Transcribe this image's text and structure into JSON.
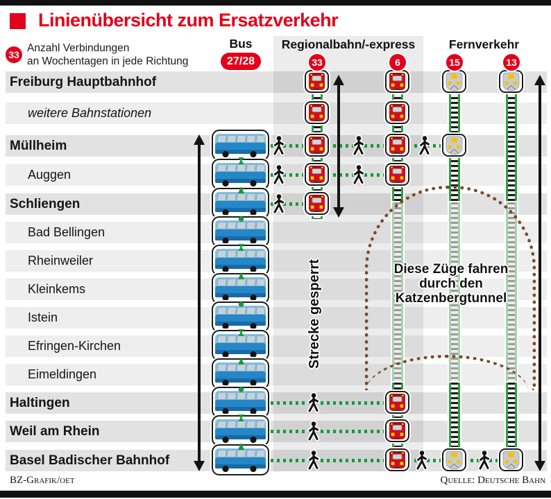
{
  "title": "Linienübersicht zum Ersatzverkehr",
  "legend": {
    "badge": "33",
    "lines": [
      "Anzahl Verbindungen",
      "an Wochentagen in jede Richtung"
    ]
  },
  "columns": {
    "bus": {
      "label": "Bus",
      "badge": "27/28"
    },
    "regional": {
      "label": "Regionalbahn/-express",
      "badges": [
        "33",
        "6"
      ]
    },
    "fern": {
      "label": "Fernverkehr",
      "badges": [
        "15",
        "13"
      ]
    }
  },
  "annotations": {
    "closed": "Strecke gesperrt",
    "tunnel_lines": [
      "Diese Züge fahren",
      "durch den",
      "Katzenbergtunnel"
    ]
  },
  "footer": {
    "left": "BZ-Grafik/oet",
    "right": "Quelle: Deutsche Bahn"
  },
  "colors": {
    "accent_red": "#e2001a",
    "transfer_green": "#18983e",
    "rail_green": "#2f9e45",
    "tunnel_brown": "#7a4a28",
    "stripe_major": "#e2e2e2",
    "stripe_minor": "#eeeeee"
  },
  "diagram": {
    "stations": [
      {
        "name": "Freiburg Hauptbahnhof",
        "emphasis": "major",
        "services": {
          "bus": false,
          "rb33": true,
          "rb6": true,
          "fv15": true,
          "fv13": true
        },
        "walkers": []
      },
      {
        "name": "weitere Bahnstationen",
        "emphasis": "note",
        "services": {
          "bus": false,
          "rb33": true,
          "rb6": true,
          "fv15": false,
          "fv13": false
        },
        "walkers": []
      },
      {
        "name": "Müllheim",
        "emphasis": "major",
        "services": {
          "bus": true,
          "rb33": true,
          "rb6": true,
          "fv15": true,
          "fv13": false
        },
        "walkers": [
          402,
          517,
          612
        ]
      },
      {
        "name": "Auggen",
        "emphasis": "minor",
        "services": {
          "bus": true,
          "rb33": true,
          "rb6": true,
          "fv15": false,
          "fv13": false
        },
        "walkers": [
          402,
          517
        ]
      },
      {
        "name": "Schliengen",
        "emphasis": "major",
        "services": {
          "bus": true,
          "rb33": true,
          "rb6": false,
          "fv15": false,
          "fv13": false
        },
        "walkers": [
          402
        ]
      },
      {
        "name": "Bad Bellingen",
        "emphasis": "minor",
        "services": {
          "bus": true,
          "rb33": false,
          "rb6": false,
          "fv15": false,
          "fv13": false
        },
        "walkers": []
      },
      {
        "name": "Rheinweiler",
        "emphasis": "minor",
        "services": {
          "bus": true,
          "rb33": false,
          "rb6": false,
          "fv15": false,
          "fv13": false
        },
        "walkers": []
      },
      {
        "name": "Kleinkems",
        "emphasis": "minor",
        "services": {
          "bus": true,
          "rb33": false,
          "rb6": false,
          "fv15": false,
          "fv13": false
        },
        "walkers": []
      },
      {
        "name": "Istein",
        "emphasis": "minor",
        "services": {
          "bus": true,
          "rb33": false,
          "rb6": false,
          "fv15": false,
          "fv13": false
        },
        "walkers": []
      },
      {
        "name": "Efringen-Kirchen",
        "emphasis": "minor",
        "services": {
          "bus": true,
          "rb33": false,
          "rb6": false,
          "fv15": false,
          "fv13": false
        },
        "walkers": []
      },
      {
        "name": "Eimeldingen",
        "emphasis": "minor",
        "services": {
          "bus": true,
          "rb33": false,
          "rb6": false,
          "fv15": false,
          "fv13": false
        },
        "walkers": []
      },
      {
        "name": "Haltingen",
        "emphasis": "major",
        "services": {
          "bus": true,
          "rb33": false,
          "rb6": true,
          "fv15": false,
          "fv13": false
        },
        "walkers": [
          452
        ]
      },
      {
        "name": "Weil am Rhein",
        "emphasis": "major",
        "services": {
          "bus": true,
          "rb33": false,
          "rb6": true,
          "fv15": false,
          "fv13": false
        },
        "walkers": [
          452
        ]
      },
      {
        "name": "Basel Badischer Bahnhof",
        "emphasis": "major",
        "services": {
          "bus": true,
          "rb33": false,
          "rb6": true,
          "fv15": true,
          "fv13": true
        },
        "walkers": [
          452,
          608,
          698
        ]
      }
    ]
  }
}
